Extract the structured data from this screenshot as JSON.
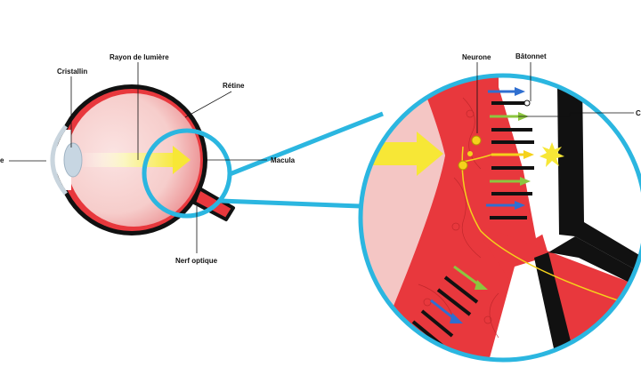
{
  "labels": {
    "cornea_partial": "e",
    "cristallin": "Cristallin",
    "rayon": "Rayon de lumière",
    "retine": "Rétine",
    "macula": "Macula",
    "nerf": "Nerf optique",
    "neurone": "Neurone",
    "batonnet": "Bâtonnet",
    "cone_partial": "C"
  },
  "colors": {
    "retina_red": "#e8383d",
    "eye_pink": "#f4c6c4",
    "outline": "#111111",
    "zoom_blue": "#2bb6e0",
    "light_yellow": "#f7e736",
    "rod_blue": "#2f6fd0",
    "cone_green": "#8cc63f",
    "neuron_yellow": "#f5d21b"
  },
  "icons": [
    "eye-diagram-icon",
    "magnifier-circle-icon",
    "light-arrow-icon",
    "flash-icon"
  ]
}
